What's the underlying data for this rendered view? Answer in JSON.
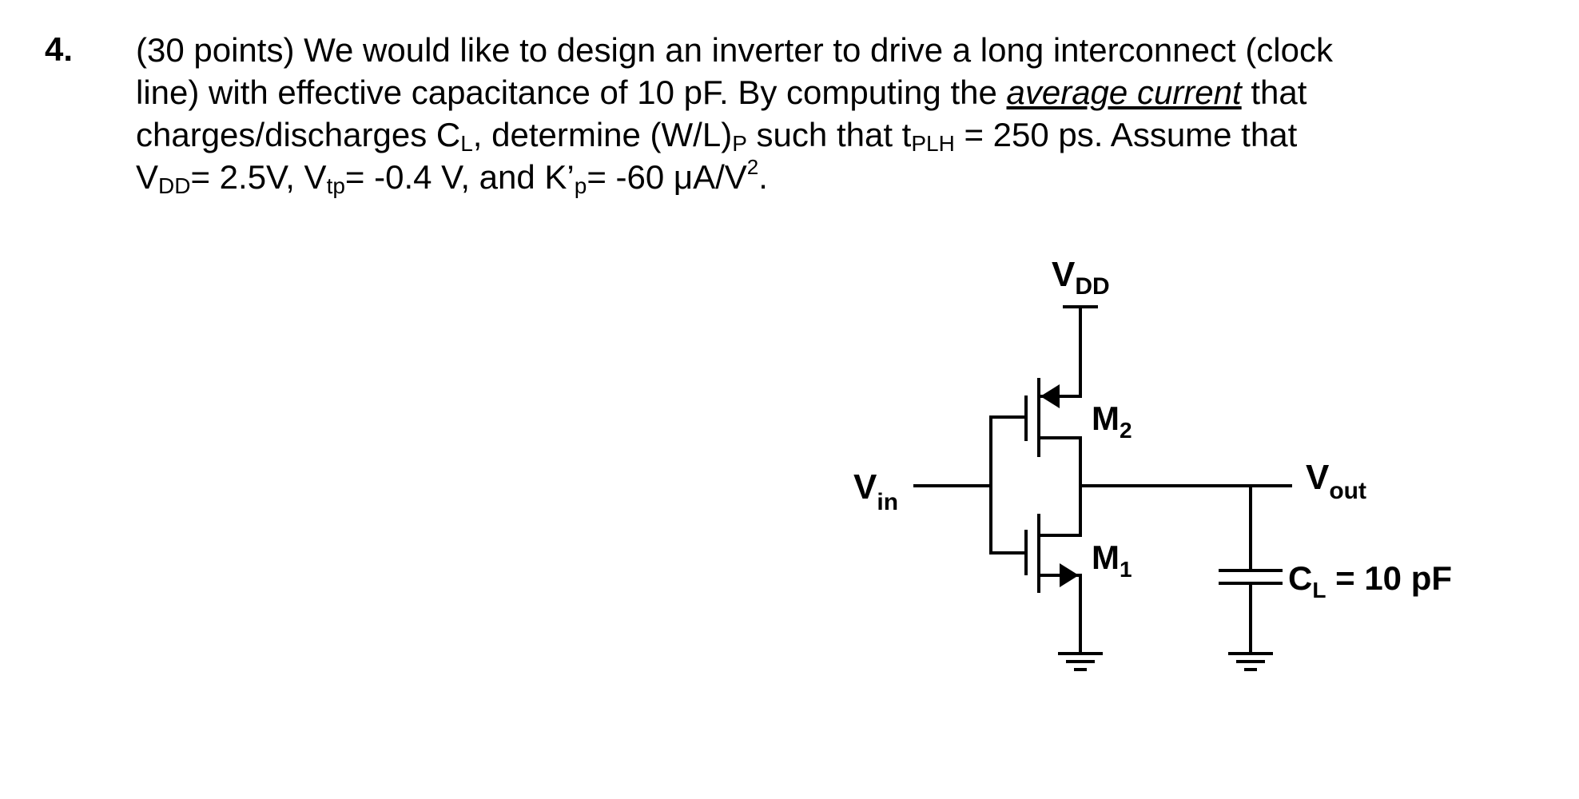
{
  "problem": {
    "number": "4.",
    "points": "(30 points)",
    "line1_rest": " We would like to design an inverter to drive a long interconnect (clock",
    "line2_a": "line) with effective capacitance of 10 pF. By computing the ",
    "line2_emph": "average current",
    "line2_b": " that",
    "line3_a": "charges/discharges C",
    "line3_sub_L": "L",
    "line3_b": ", determine (W/L)",
    "line3_sub_P": "P",
    "line3_c": " such that t",
    "line3_sub_PLH": "PLH",
    "line3_d": " = 250 ps. Assume that",
    "line4_a": "V",
    "line4_sub_DD": "DD",
    "line4_b": "= 2.5V, V",
    "line4_sub_tp": "tp",
    "line4_c": "= -0.4 V, and K’",
    "line4_sub_p": "p",
    "line4_d": "= -60 μA/V",
    "line4_sup_2": "2",
    "line4_e": "."
  },
  "circuit": {
    "vdd_main": "V",
    "vdd_sub": "DD",
    "vin_main": "V",
    "vin_sub": "in",
    "vout_main": "V",
    "vout_sub": "out",
    "m2_main": "M",
    "m2_sub": "2",
    "m1_main": "M",
    "m1_sub": "1",
    "cl_main": "C",
    "cl_sub": "L",
    "cl_value": " = 10 pF"
  }
}
